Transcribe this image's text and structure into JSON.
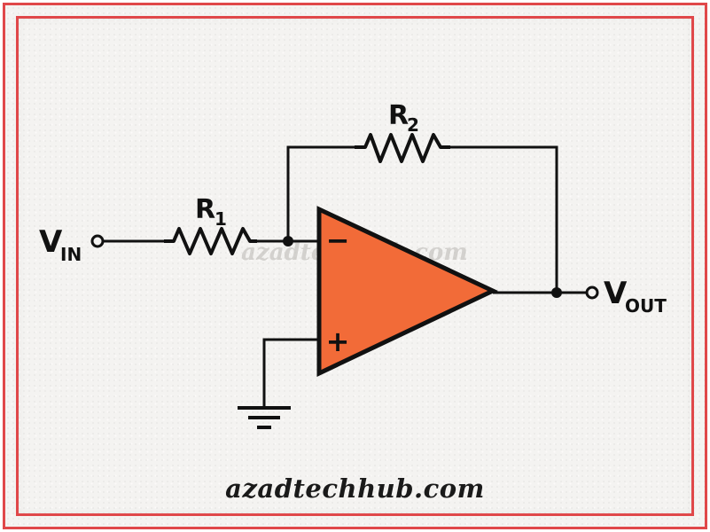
{
  "labels": {
    "r2_main": "R",
    "r2_sub": "2",
    "r1_main": "R",
    "r1_sub": "1",
    "vin_main": "V",
    "vin_sub": "IN",
    "vout_main": "V",
    "vout_sub": "OUT",
    "minus": "−",
    "plus": "+"
  },
  "watermark": "azadtechhub.com",
  "footer": "azadtechhub.com",
  "colors": {
    "opamp_fill": "#f26b38",
    "wire": "#111111",
    "border": "#e0484a",
    "background": "#f4f3f1"
  }
}
